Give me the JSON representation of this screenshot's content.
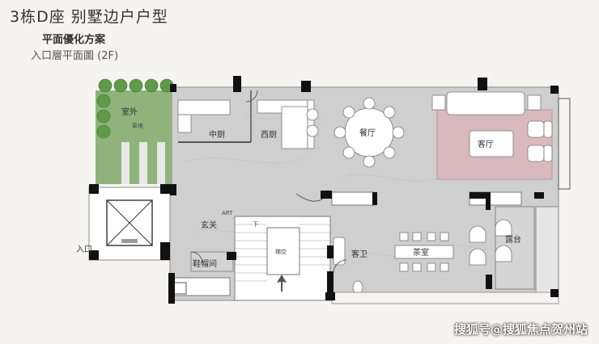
{
  "header": {
    "title": "3栋D座  别墅边户户型",
    "subtitle": "平面優化方案",
    "caption": "入口層平面圖 (2F)"
  },
  "rooms": {
    "outdoor": "室外",
    "outdoor_sub": "草地",
    "chinese_kitchen": "中厨",
    "western_kitchen": "西厨",
    "dining": "餐厅",
    "living": "客厅",
    "foyer": "玄关",
    "art": "ART",
    "down": "下",
    "shoe_room": "鞋帽间",
    "stair_well": "梯空",
    "guest_bath": "客卫",
    "tea_room": "茶室",
    "terrace": "露台",
    "entrance": "入口"
  },
  "watermark": "搜狐号@搜狐焦点贺州站",
  "colors": {
    "floor": "#cfcfcf",
    "wall": "#111111",
    "lawn": "#8fb37a",
    "carpet": "#d9b9bd",
    "furniture": "#ffffff"
  }
}
